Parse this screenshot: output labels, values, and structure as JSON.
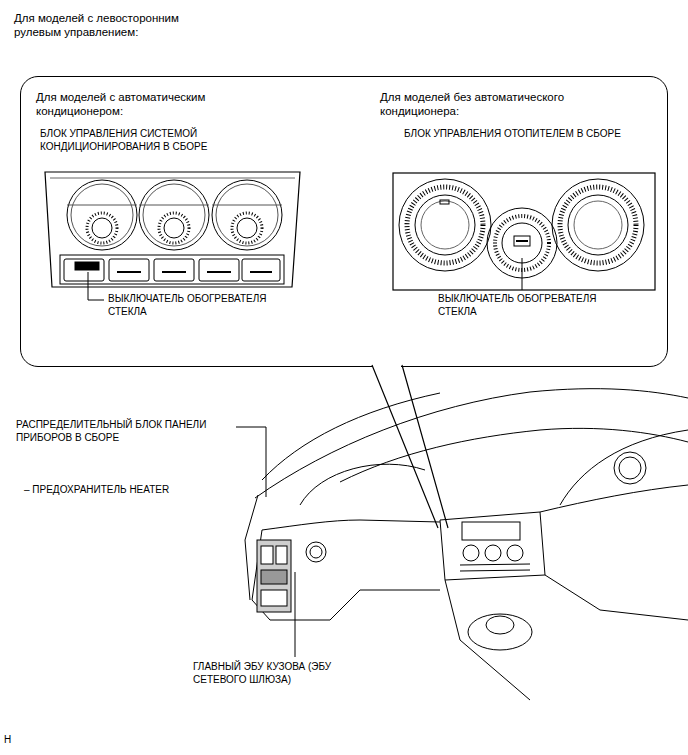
{
  "diagram": {
    "title": "Для моделей с левосторонним рулевым управлением:",
    "nodes": [
      {
        "text": [
          "Для моделей с автоматическим кондиционером:",
          "Для моделей без автоматического кондиционера:"
        ]
      }
    ],
    "labels": [
      "БЛОК УПРАВЛЕНИЯ СИСТЕМОЙ КОНДИЦИОНИРОВАНИЯ В СБОРЕ",
      "ВЫКЛЮЧАТЕЛЬ ОБОГРЕВАТЕЛЯ СТЕКЛА",
      "БЛОК УПРАВЛЕНИЯ ОТОПИТЕЛЕМ В СБОРЕ",
      "ВЫКЛЮЧАТЕЛЬ ОБОГРЕВАТЕЛЯ СТЕКЛА",
      "РАСПРЕДЕЛИТЕЛЬНЫЙ БЛОК ПАНЕЛИ ПРИБОРОВ В СБОРЕ",
      "– ПРЕДОХРАНИТЕЛЬ HEATER",
      "ГЛАВНЫЙ ЭБУ КУЗОВА (ЭБУ СЕТЕВОГО ШЛЮЗА)",
      "H"
    ]
  }
}
